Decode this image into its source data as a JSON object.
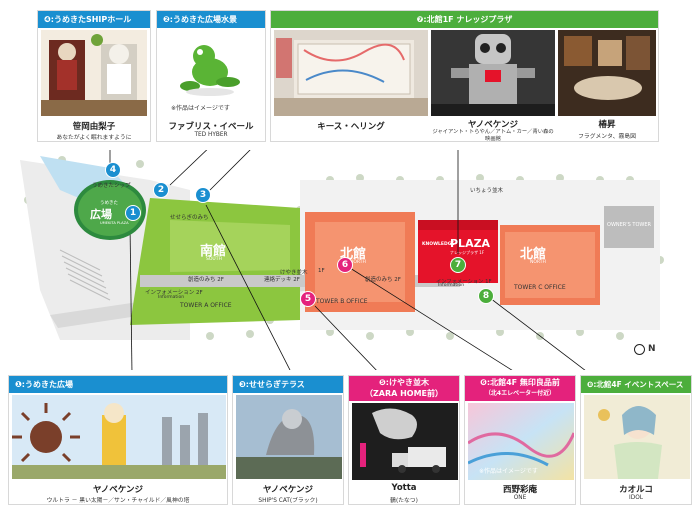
{
  "top_cards": [
    {
      "header": "❹:うめきたSHIPホール",
      "color": "#1a8fd0",
      "artist": "笹岡由梨子",
      "work": "あなたがよく眠れますように"
    },
    {
      "header": "❷:うめきた広場水景",
      "color": "#1a8fd0",
      "note": "※作品はイメージです",
      "artist": "ファブリス・イベール",
      "work": "TED HYBER"
    },
    {
      "header": "❼:北館1F ナレッジプラザ",
      "color": "#4cae3c",
      "sub": [
        {
          "artist": "キース・ヘリング",
          "work": ""
        },
        {
          "artist": "ヤノベケンジ",
          "work": "ジャイアント・トらやん／アトム・カー／青い森の映画館"
        },
        {
          "artist": "椿昇",
          "work": "フラグメンタ、霧島図"
        }
      ]
    }
  ],
  "bottom_cards": [
    {
      "header": "❶:うめきた広場",
      "color": "#1a8fd0",
      "artist": "ヤノベケンジ",
      "work": "ウルトラ － 黒い太陽－／サン・チャイルド／風神の塔"
    },
    {
      "header": "❸:せせらぎテラス",
      "color": "#1a8fd0",
      "artist": "ヤノベケンジ",
      "work": "SHIP'S CAT(ブラック)"
    },
    {
      "header": "❺:けやき並木",
      "header2": "（ZARA HOME前）",
      "color": "#e4227c",
      "artist": "Yotta",
      "work": "鶴(たなつ)"
    },
    {
      "header": "❻:北館4F 無印良品前",
      "header2": "（北4エレベーター付近）",
      "color": "#e4227c",
      "note": "※作品はイメージです",
      "artist": "西野彩庵",
      "work": "ONE"
    },
    {
      "header": "❽:北館4F イベントスペース",
      "color": "#4cae3c",
      "artist": "カオルコ",
      "work": "IDOL"
    }
  ],
  "map": {
    "markers": [
      "1",
      "2",
      "3",
      "4",
      "5",
      "6",
      "7",
      "8"
    ],
    "labels": {
      "umekita_ship": "うめきたシップ",
      "umekita_hiroba": "うめきた",
      "hiroba_big": "広場",
      "hiroba_en": "UMEKITA PLAZA",
      "seseragi": "せせらぎのみち",
      "minami": "南館",
      "tower_a": "TOWER A OFFICE",
      "kita_b": "北館",
      "tower_b": "TOWER B OFFICE",
      "kita_c": "北館",
      "tower_c": "TOWER C OFFICE",
      "north": "NORTH",
      "south": "SOUTH",
      "knowledge": "KNOWLEDGE",
      "plaza": "PLAZA",
      "knowledge_jp": "ナレッジプラザ 1F",
      "keyaki": "けやき並木",
      "icho": "いちょう並木",
      "souzou": "創造のみち 2F",
      "souzou_b": "創造のみち 2F",
      "renraku": "連絡デッキ 2F",
      "floor1": "1F",
      "info_a": "インフォメーション 2F",
      "info_a_en": "Information",
      "info_c": "インフォメーション 1F",
      "info_c_en": "Information",
      "owners": "OWNER'S TOWER",
      "compass": "N"
    }
  },
  "colors": {
    "blue": "#1a8fd0",
    "magenta": "#e4227c",
    "green": "#4cae3c",
    "salmon": "#f07b56",
    "plaza_red": "#e5132a",
    "lawn": "#8cc63f"
  }
}
